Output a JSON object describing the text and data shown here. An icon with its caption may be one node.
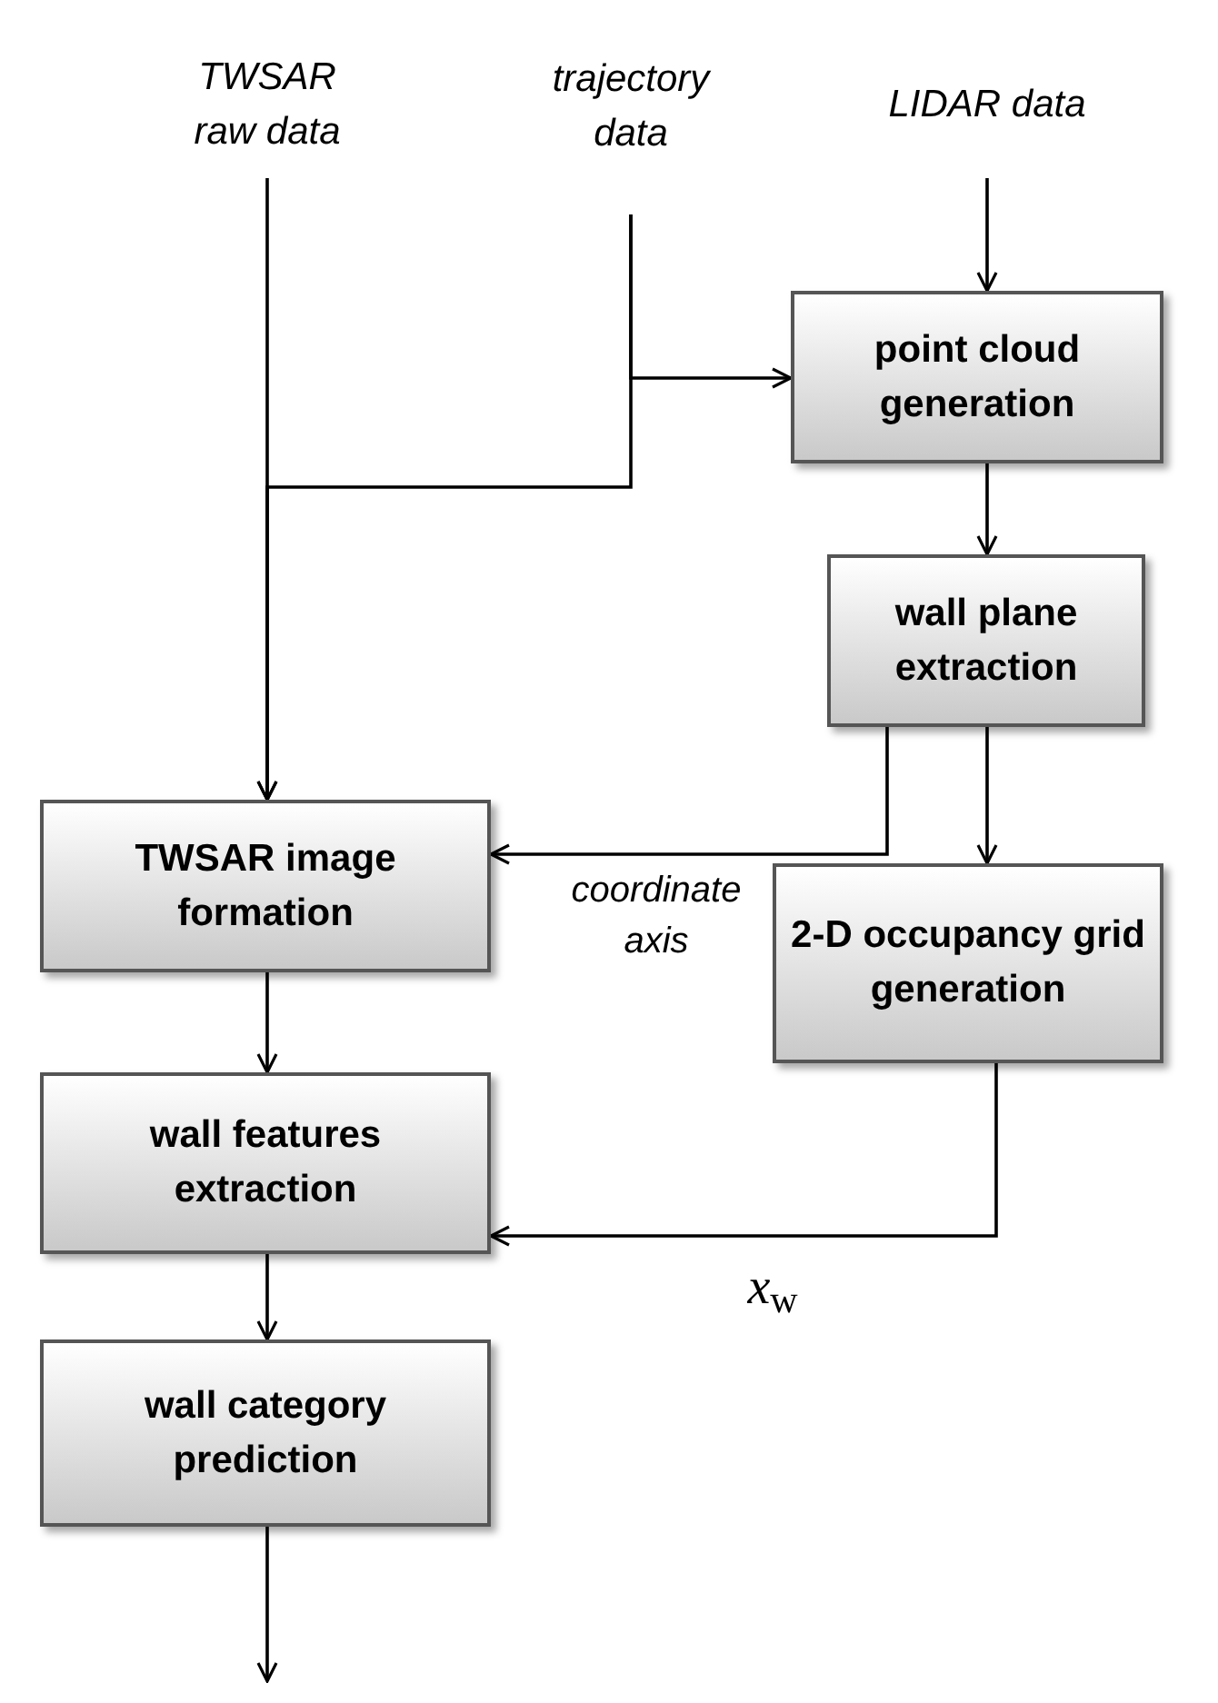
{
  "diagram": {
    "nodes": [
      {
        "text": [
          "TWSAR raw data"
        ]
      },
      {
        "text": [
          "trajectory data"
        ]
      },
      {
        "text": [
          "LIDAR data"
        ]
      },
      {
        "text": [
          "point cloud generation"
        ]
      },
      {
        "text": [
          "wall plane extraction"
        ]
      },
      {
        "text": [
          "TWSAR image formation"
        ]
      },
      {
        "text": [
          "2-D occupancy grid generation"
        ]
      },
      {
        "text": [
          "wall features extraction"
        ]
      },
      {
        "text": [
          "wall category prediction"
        ]
      }
    ],
    "edges": [
      {
        "from": 0,
        "to": 5,
        "arrow": "to"
      },
      {
        "from": 1,
        "to": 3,
        "arrow": "to"
      },
      {
        "from": 1,
        "to": 5,
        "arrow": "to"
      },
      {
        "from": 2,
        "to": 3,
        "arrow": "to"
      },
      {
        "from": 3,
        "to": 4,
        "arrow": "to"
      },
      {
        "from": 4,
        "to": 5,
        "arrow": "to",
        "label": "coordinate axis"
      },
      {
        "from": 4,
        "to": 6,
        "arrow": "to"
      },
      {
        "from": 5,
        "to": 7,
        "arrow": "to"
      },
      {
        "from": 6,
        "to": 7,
        "arrow": "to",
        "label": "*x*$_{w}$"
      },
      {
        "from": 7,
        "to": 8,
        "arrow": "to"
      },
      {
        "from": 8,
        "to": null,
        "arrow": "to"
      }
    ]
  }
}
